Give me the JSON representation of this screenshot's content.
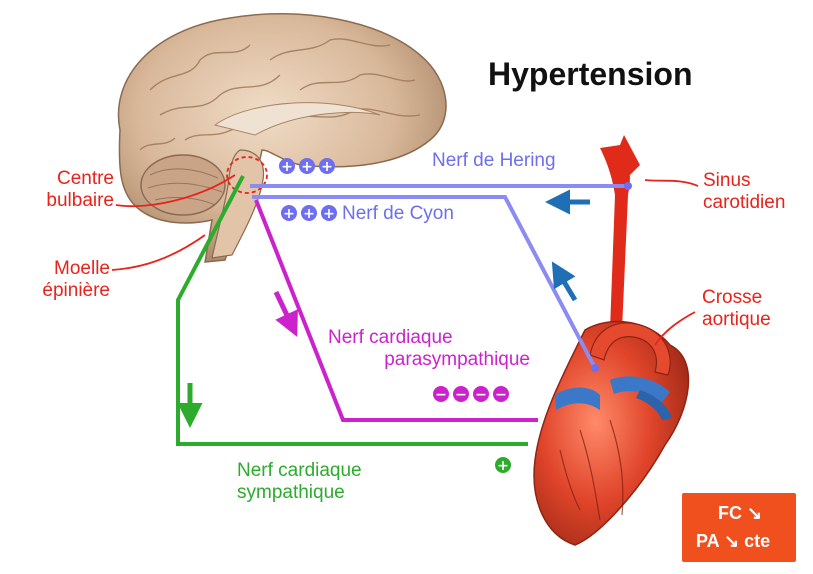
{
  "title": "Hypertension",
  "labels": {
    "centre_l1": "Centre",
    "centre_l2": "bulbaire",
    "moelle_l1": "Moelle",
    "moelle_l2": "épinière",
    "sinus_l1": "Sinus",
    "sinus_l2": "carotidien",
    "crosse_l1": "Crosse",
    "crosse_l2": "aortique",
    "hering": "Nerf de Hering",
    "cyon": "Nerf de Cyon",
    "para_l1": "Nerf cardiaque",
    "para_l2": "parasympathique",
    "symp_l1": "Nerf cardiaque",
    "symp_l2": "sympathique"
  },
  "result": {
    "line1": "FC ↘",
    "line2": "PA ↘ cte"
  },
  "colors": {
    "hering_nerve": "#6e6ef0",
    "parasympathetic": "#cc22cc",
    "sympathetic": "#2dab2d",
    "labels_red": "#e8231b",
    "arrows_blue": "#1e6fb4",
    "result_box": "#f0501e"
  },
  "signs": {
    "hering": [
      "+",
      "+",
      "+"
    ],
    "cyon": [
      "+",
      "+",
      "+"
    ],
    "para": [
      "−",
      "−",
      "−",
      "−"
    ],
    "symp": [
      "+"
    ]
  }
}
